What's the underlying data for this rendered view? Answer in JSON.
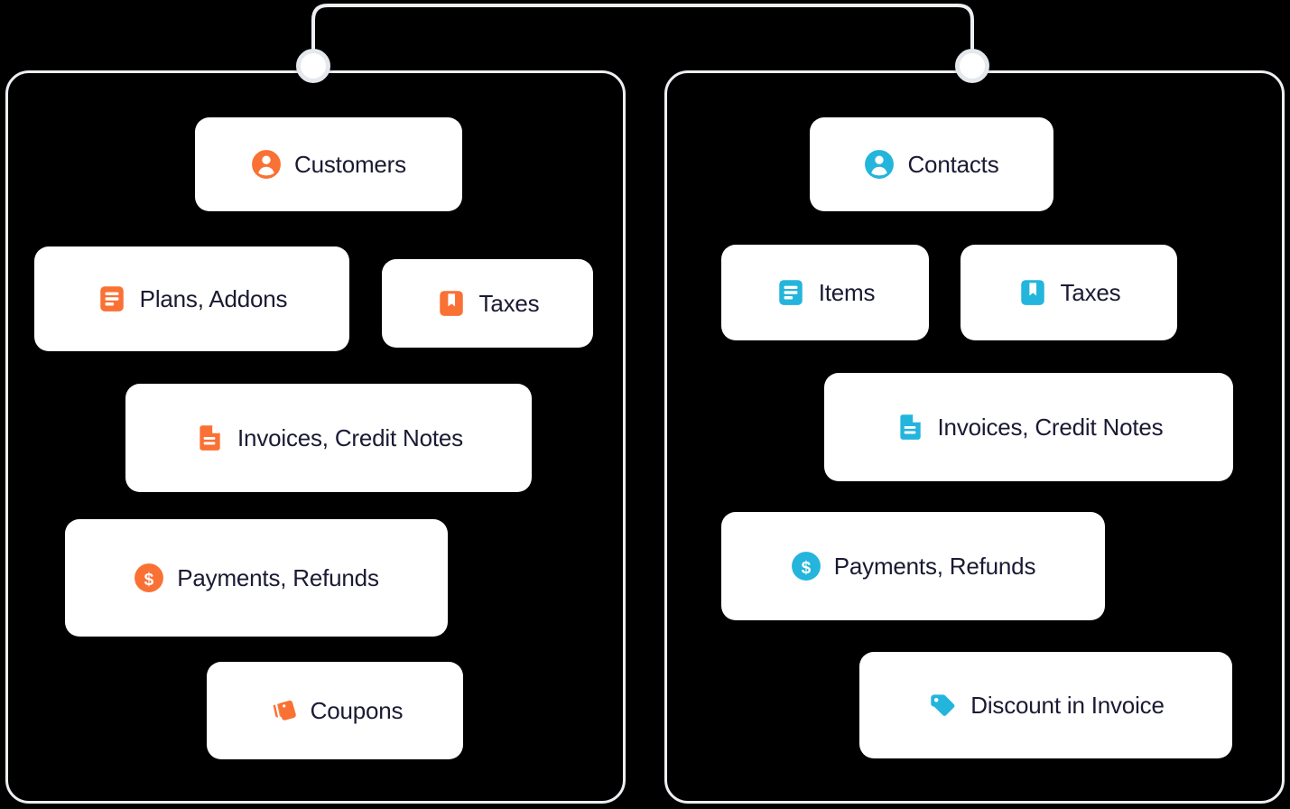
{
  "diagram": {
    "title": "Subscription vs Invoicing feature panels",
    "background_color": "#000000",
    "panel_border_color": "#eceff3",
    "card_background": "#ffffff",
    "label_color": "#1a1a33",
    "connector_color": "#eceff3",
    "node_fill": "#ffffff",
    "node_ring": "#e4e8ed"
  },
  "panels": [
    {
      "id": "left",
      "accent_color": "#F97134",
      "node_name": "connector-node-left",
      "cards": [
        {
          "label": "Customers",
          "icon": "user-circle-icon",
          "icon_name": "customers-icon"
        },
        {
          "label": "Plans, Addons",
          "icon": "list-square-icon",
          "icon_name": "plans-addons-icon"
        },
        {
          "label": "Taxes",
          "icon": "bookmark-icon",
          "icon_name": "taxes-icon"
        },
        {
          "label": "Invoices, Credit Notes",
          "icon": "document-icon",
          "icon_name": "invoices-credit-notes-icon"
        },
        {
          "label": "Payments, Refunds",
          "icon": "dollar-circle-icon",
          "icon_name": "payments-refunds-icon"
        },
        {
          "label": "Coupons",
          "icon": "coupon-icon",
          "icon_name": "coupons-icon"
        }
      ]
    },
    {
      "id": "right",
      "accent_color": "#23B5DC",
      "node_name": "connector-node-right",
      "cards": [
        {
          "label": "Contacts",
          "icon": "user-circle-icon",
          "icon_name": "contacts-icon"
        },
        {
          "label": "Items",
          "icon": "list-square-icon",
          "icon_name": "items-icon"
        },
        {
          "label": "Taxes",
          "icon": "bookmark-icon",
          "icon_name": "taxes-icon"
        },
        {
          "label": "Invoices, Credit Notes",
          "icon": "document-icon",
          "icon_name": "invoices-credit-notes-icon"
        },
        {
          "label": "Payments, Refunds",
          "icon": "dollar-circle-icon",
          "icon_name": "payments-refunds-icon"
        },
        {
          "label": "Discount in Invoice",
          "icon": "price-tag-icon",
          "icon_name": "discount-in-invoice-icon"
        }
      ]
    }
  ]
}
